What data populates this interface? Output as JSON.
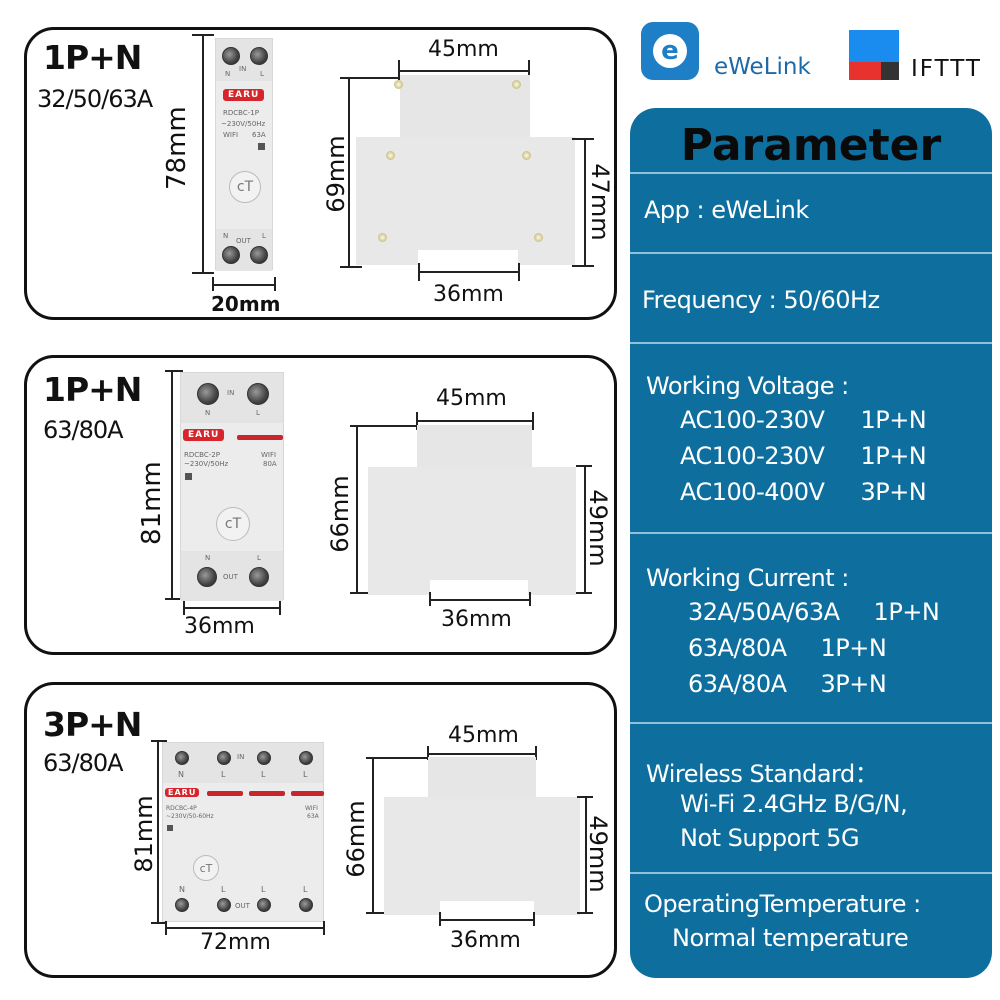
{
  "logos": {
    "ewelink_icon": "e-letter-icon",
    "ewelink_label": "eWeLink",
    "ifttt_label": "IFTTT"
  },
  "variants": [
    {
      "title": "1P+N",
      "rating": "32/50/63A",
      "front": {
        "height_label": "78mm",
        "width_label": "20mm",
        "brand": "EARU",
        "model": "RDCBC-1P",
        "spec": "~230V/50Hz",
        "wifi": "WIFI",
        "amp": "63A",
        "in_label": "IN",
        "out_label": "OUT",
        "terminals_top": [
          "N",
          "L"
        ],
        "terminals_bottom": [
          "N",
          "L"
        ]
      },
      "side": {
        "top_width": "45mm",
        "total_height": "69mm",
        "body_height": "47mm",
        "rail_width": "36mm"
      }
    },
    {
      "title": "1P+N",
      "rating": "63/80A",
      "front": {
        "height_label": "81mm",
        "width_label": "36mm",
        "brand": "EARU",
        "model": "RDCBC-2P",
        "spec": "~230V/50Hz",
        "wifi": "WIFI",
        "amp": "80A",
        "in_label": "IN",
        "out_label": "OUT",
        "terminals_top": [
          "N",
          "L"
        ],
        "terminals_bottom": [
          "N",
          "L"
        ]
      },
      "side": {
        "top_width": "45mm",
        "total_height": "66mm",
        "body_height": "49mm",
        "rail_width": "36mm"
      }
    },
    {
      "title": "3P+N",
      "rating": "63/80A",
      "front": {
        "height_label": "81mm",
        "width_label": "72mm",
        "brand": "EARU",
        "model": "RDCBC-4P",
        "spec": "~230V/50-60Hz",
        "wifi": "WIFI",
        "amp": "63A",
        "in_label": "IN",
        "out_label": "OUT",
        "terminals_top": [
          "N",
          "L",
          "L",
          "L"
        ],
        "terminals_bottom": [
          "N",
          "L",
          "L",
          "L"
        ]
      },
      "side": {
        "top_width": "45mm",
        "total_height": "66mm",
        "body_height": "49mm",
        "rail_width": "36mm"
      }
    }
  ],
  "parameters": {
    "title": "Parameter",
    "app": "App : eWeLink",
    "frequency": "Frequency : 50/60Hz",
    "voltage": {
      "label": "Working Voltage :",
      "rows": [
        {
          "value": "AC100-230V",
          "type": "1P+N"
        },
        {
          "value": "AC100-230V",
          "type": "1P+N"
        },
        {
          "value": "AC100-400V",
          "type": "3P+N"
        }
      ]
    },
    "current": {
      "label": "Working Current :",
      "rows": [
        {
          "value": "32A/50A/63A",
          "type": "1P+N"
        },
        {
          "value": "63A/80A",
          "type": "1P+N"
        },
        {
          "value": "63A/80A",
          "type": "3P+N"
        }
      ]
    },
    "wireless": {
      "label": "Wireless Standard：",
      "lines": [
        "Wi-Fi 2.4GHz B/G/N,",
        "Not Support 5G"
      ]
    },
    "temperature": {
      "label": "OperatingTemperature :",
      "value": "Normal temperature"
    }
  },
  "colors": {
    "panel": "#0e6f9e",
    "brand_red": "#d6262b",
    "ewelink_blue": "#1f7fc6",
    "ifttt_blue": "#1a8cf0",
    "ifttt_red": "#e8322e",
    "ifttt_dark": "#333333"
  }
}
